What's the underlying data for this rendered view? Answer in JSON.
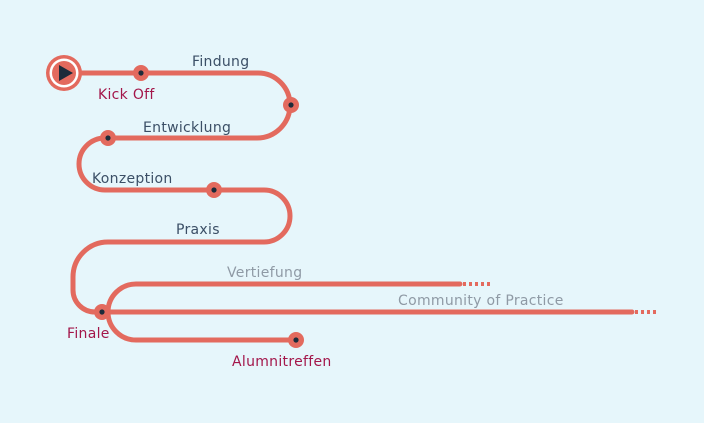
{
  "diagram": {
    "colors": {
      "background": "#e6f6fb",
      "track": "#e36a5e",
      "track_dim": "#f0a39b",
      "node_fill": "#1c2b3a",
      "label_main": "#3b4f66",
      "label_key": "#a3164a",
      "label_muted": "#8f9aa5",
      "play_fill": "#1c2b3a"
    },
    "start_icon": "play-icon",
    "stations": [
      {
        "id": "kickoff",
        "label": "Kick Off"
      },
      {
        "id": "findung",
        "label": "Findung"
      },
      {
        "id": "entwicklung",
        "label": "Entwicklung"
      },
      {
        "id": "konzeption",
        "label": "Konzeption"
      },
      {
        "id": "praxis",
        "label": "Praxis"
      },
      {
        "id": "finale",
        "label": "Finale"
      },
      {
        "id": "vertiefung",
        "label": "Vertiefung"
      },
      {
        "id": "community",
        "label": "Community of Practice"
      },
      {
        "id": "alumnitreffen",
        "label": "Alumnitreffen"
      }
    ]
  }
}
